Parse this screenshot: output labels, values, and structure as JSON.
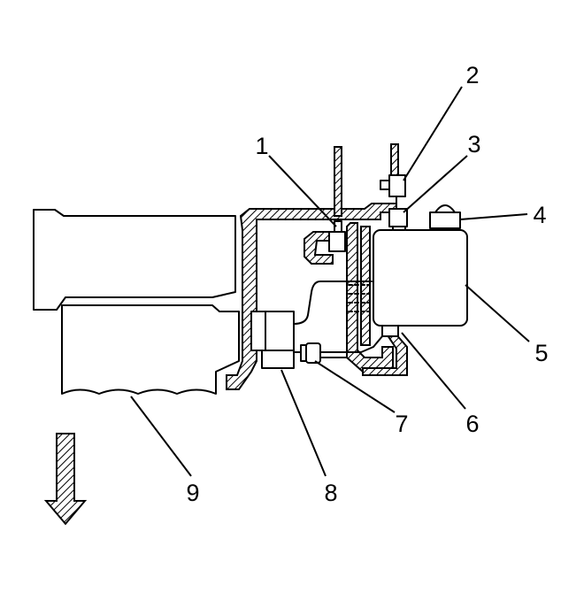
{
  "callouts": [
    {
      "id": "1",
      "label": "1"
    },
    {
      "id": "2",
      "label": "2"
    },
    {
      "id": "3",
      "label": "3"
    },
    {
      "id": "4",
      "label": "4"
    },
    {
      "id": "5",
      "label": "5"
    },
    {
      "id": "6",
      "label": "6"
    },
    {
      "id": "7",
      "label": "7"
    },
    {
      "id": "8",
      "label": "8"
    },
    {
      "id": "9",
      "label": "9"
    }
  ],
  "colors": {
    "line": "#000000",
    "background": "#ffffff"
  },
  "icons": {
    "direction_arrow": "down-arrow-icon"
  }
}
